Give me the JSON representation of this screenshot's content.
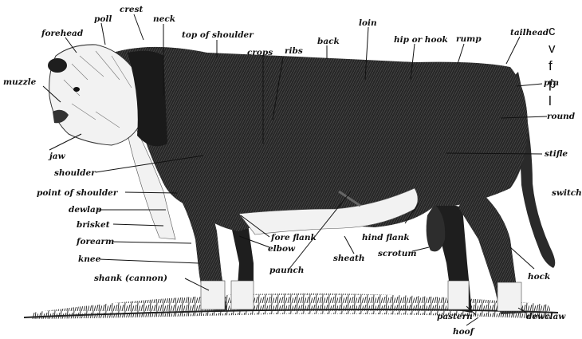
{
  "labels": {
    "forehead": "forehead",
    "poll": "poll",
    "crest": "crest",
    "neck": "neck",
    "top_of_shoulder": "top of shoulder",
    "loin": "loin",
    "hip_or_hook": "hip or hook",
    "rump": "rump",
    "tailhead": "tailhead",
    "crops": "crops",
    "ribs": "ribs",
    "back": "back",
    "muzzle": "muzzle",
    "pin": "pin",
    "round": "round",
    "jaw": "jaw",
    "shoulder": "shoulder",
    "stifle": "stifle",
    "point_of_shoulder": "point of shoulder",
    "switch": "switch",
    "dewlap": "dewlap",
    "brisket": "brisket",
    "forearm": "forearm",
    "fore_flank": "fore flank",
    "hind_flank": "hind flank",
    "elbow": "elbow",
    "knee": "knee",
    "sheath": "sheath",
    "scrotum": "scrotum",
    "paunch": "paunch",
    "shank": "shank (cannon)",
    "hock": "hock",
    "pastern": "pastern",
    "dewclaw": "dewclaw",
    "hoof": "hoof"
  },
  "side_text": {
    "l1": "c",
    "l2": "v",
    "l3": "f",
    "l4": "p",
    "l5": "l"
  },
  "colors": {
    "coat_dark": "#1e1e1e",
    "coat_mid": "#3a3a3a",
    "white_face": "#f2f2f2",
    "ink": "#111111"
  }
}
